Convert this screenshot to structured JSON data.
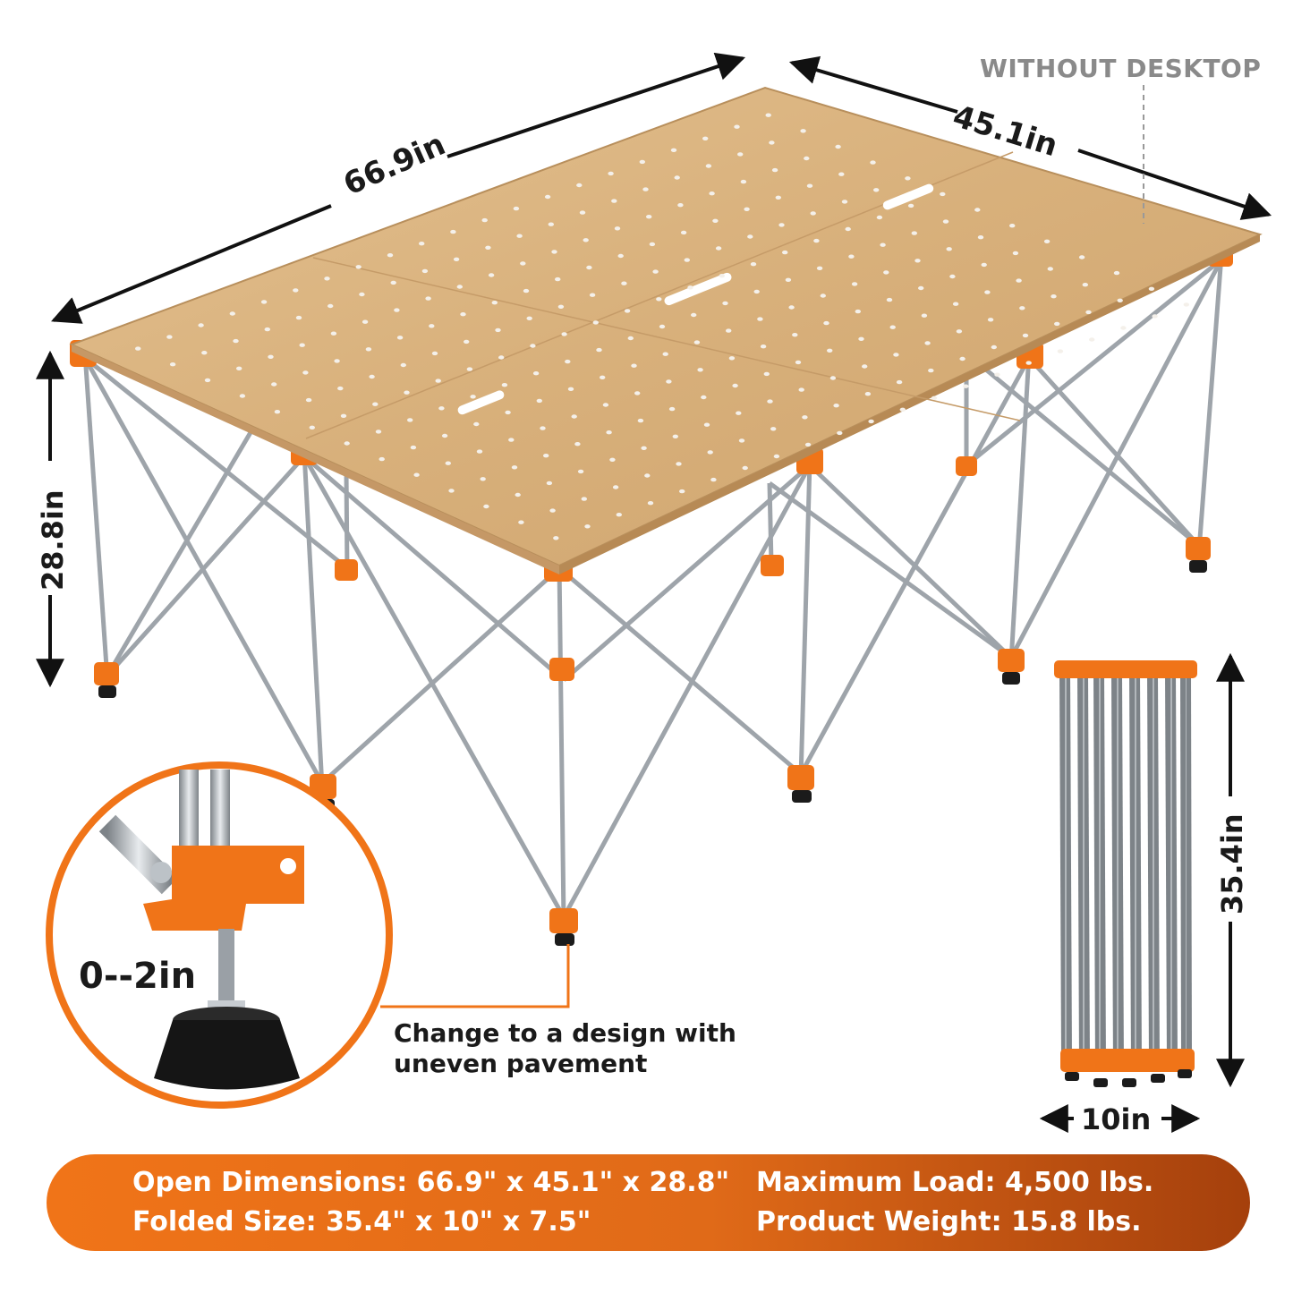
{
  "dimensions": {
    "length": "66.9in",
    "width": "45.1in",
    "height": "28.8in",
    "folded_height": "35.4in",
    "folded_width": "10in",
    "adjust_range": "0--2in"
  },
  "notes": {
    "without_desktop": "WITHOUT DESKTOP",
    "callout": "Change to a design with uneven pavement"
  },
  "specs": {
    "open": "Open Dimensions: 66.9\" x 45.1\" x 28.8\"",
    "folded": "Folded Size: 35.4\" x 10\" x 7.5\"",
    "load": "Maximum Load: 4,500 lbs.",
    "weight": "Product Weight: 15.8 lbs."
  },
  "colors": {
    "accent": "#f07418",
    "wood": "#d9b27f",
    "steel": "#a8adb3",
    "text": "#1a1a1a"
  }
}
